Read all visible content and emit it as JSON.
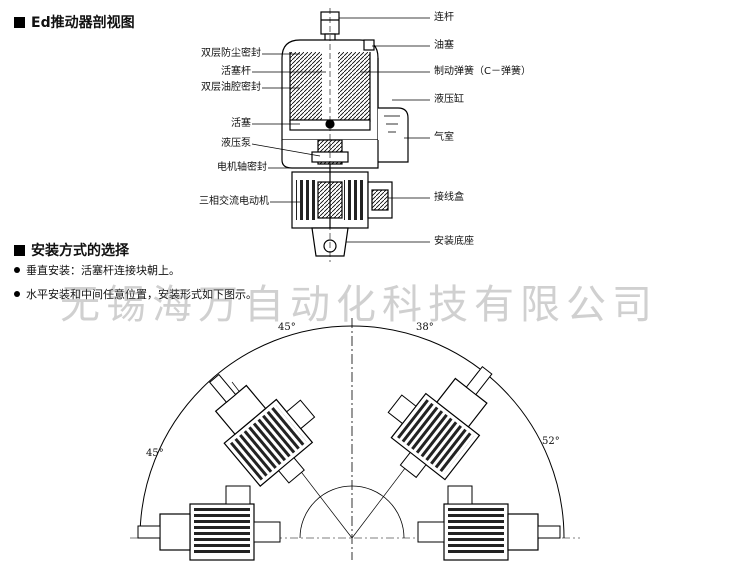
{
  "section1": {
    "title": "Ed推动器剖视图"
  },
  "labels_left": [
    "双层防尘密封",
    "活塞杆",
    "双层油腔密封",
    "活塞",
    "液压泵",
    "电机轴密封",
    "三相交流电动机"
  ],
  "labels_right": [
    "连杆",
    "油塞",
    "制动弹簧（C－弹簧）",
    "液压缸",
    "气室",
    "接线盒",
    "安装底座"
  ],
  "section2": {
    "title": "安装方式的选择",
    "bullets": [
      "垂直安装：活塞杆连接块朝上。",
      "水平安装和中间任意位置，安装形式如下图示。"
    ]
  },
  "watermark": "无锡海万自动化科技有限公司",
  "angles": [
    "45°",
    "38°",
    "45°",
    "52°"
  ]
}
